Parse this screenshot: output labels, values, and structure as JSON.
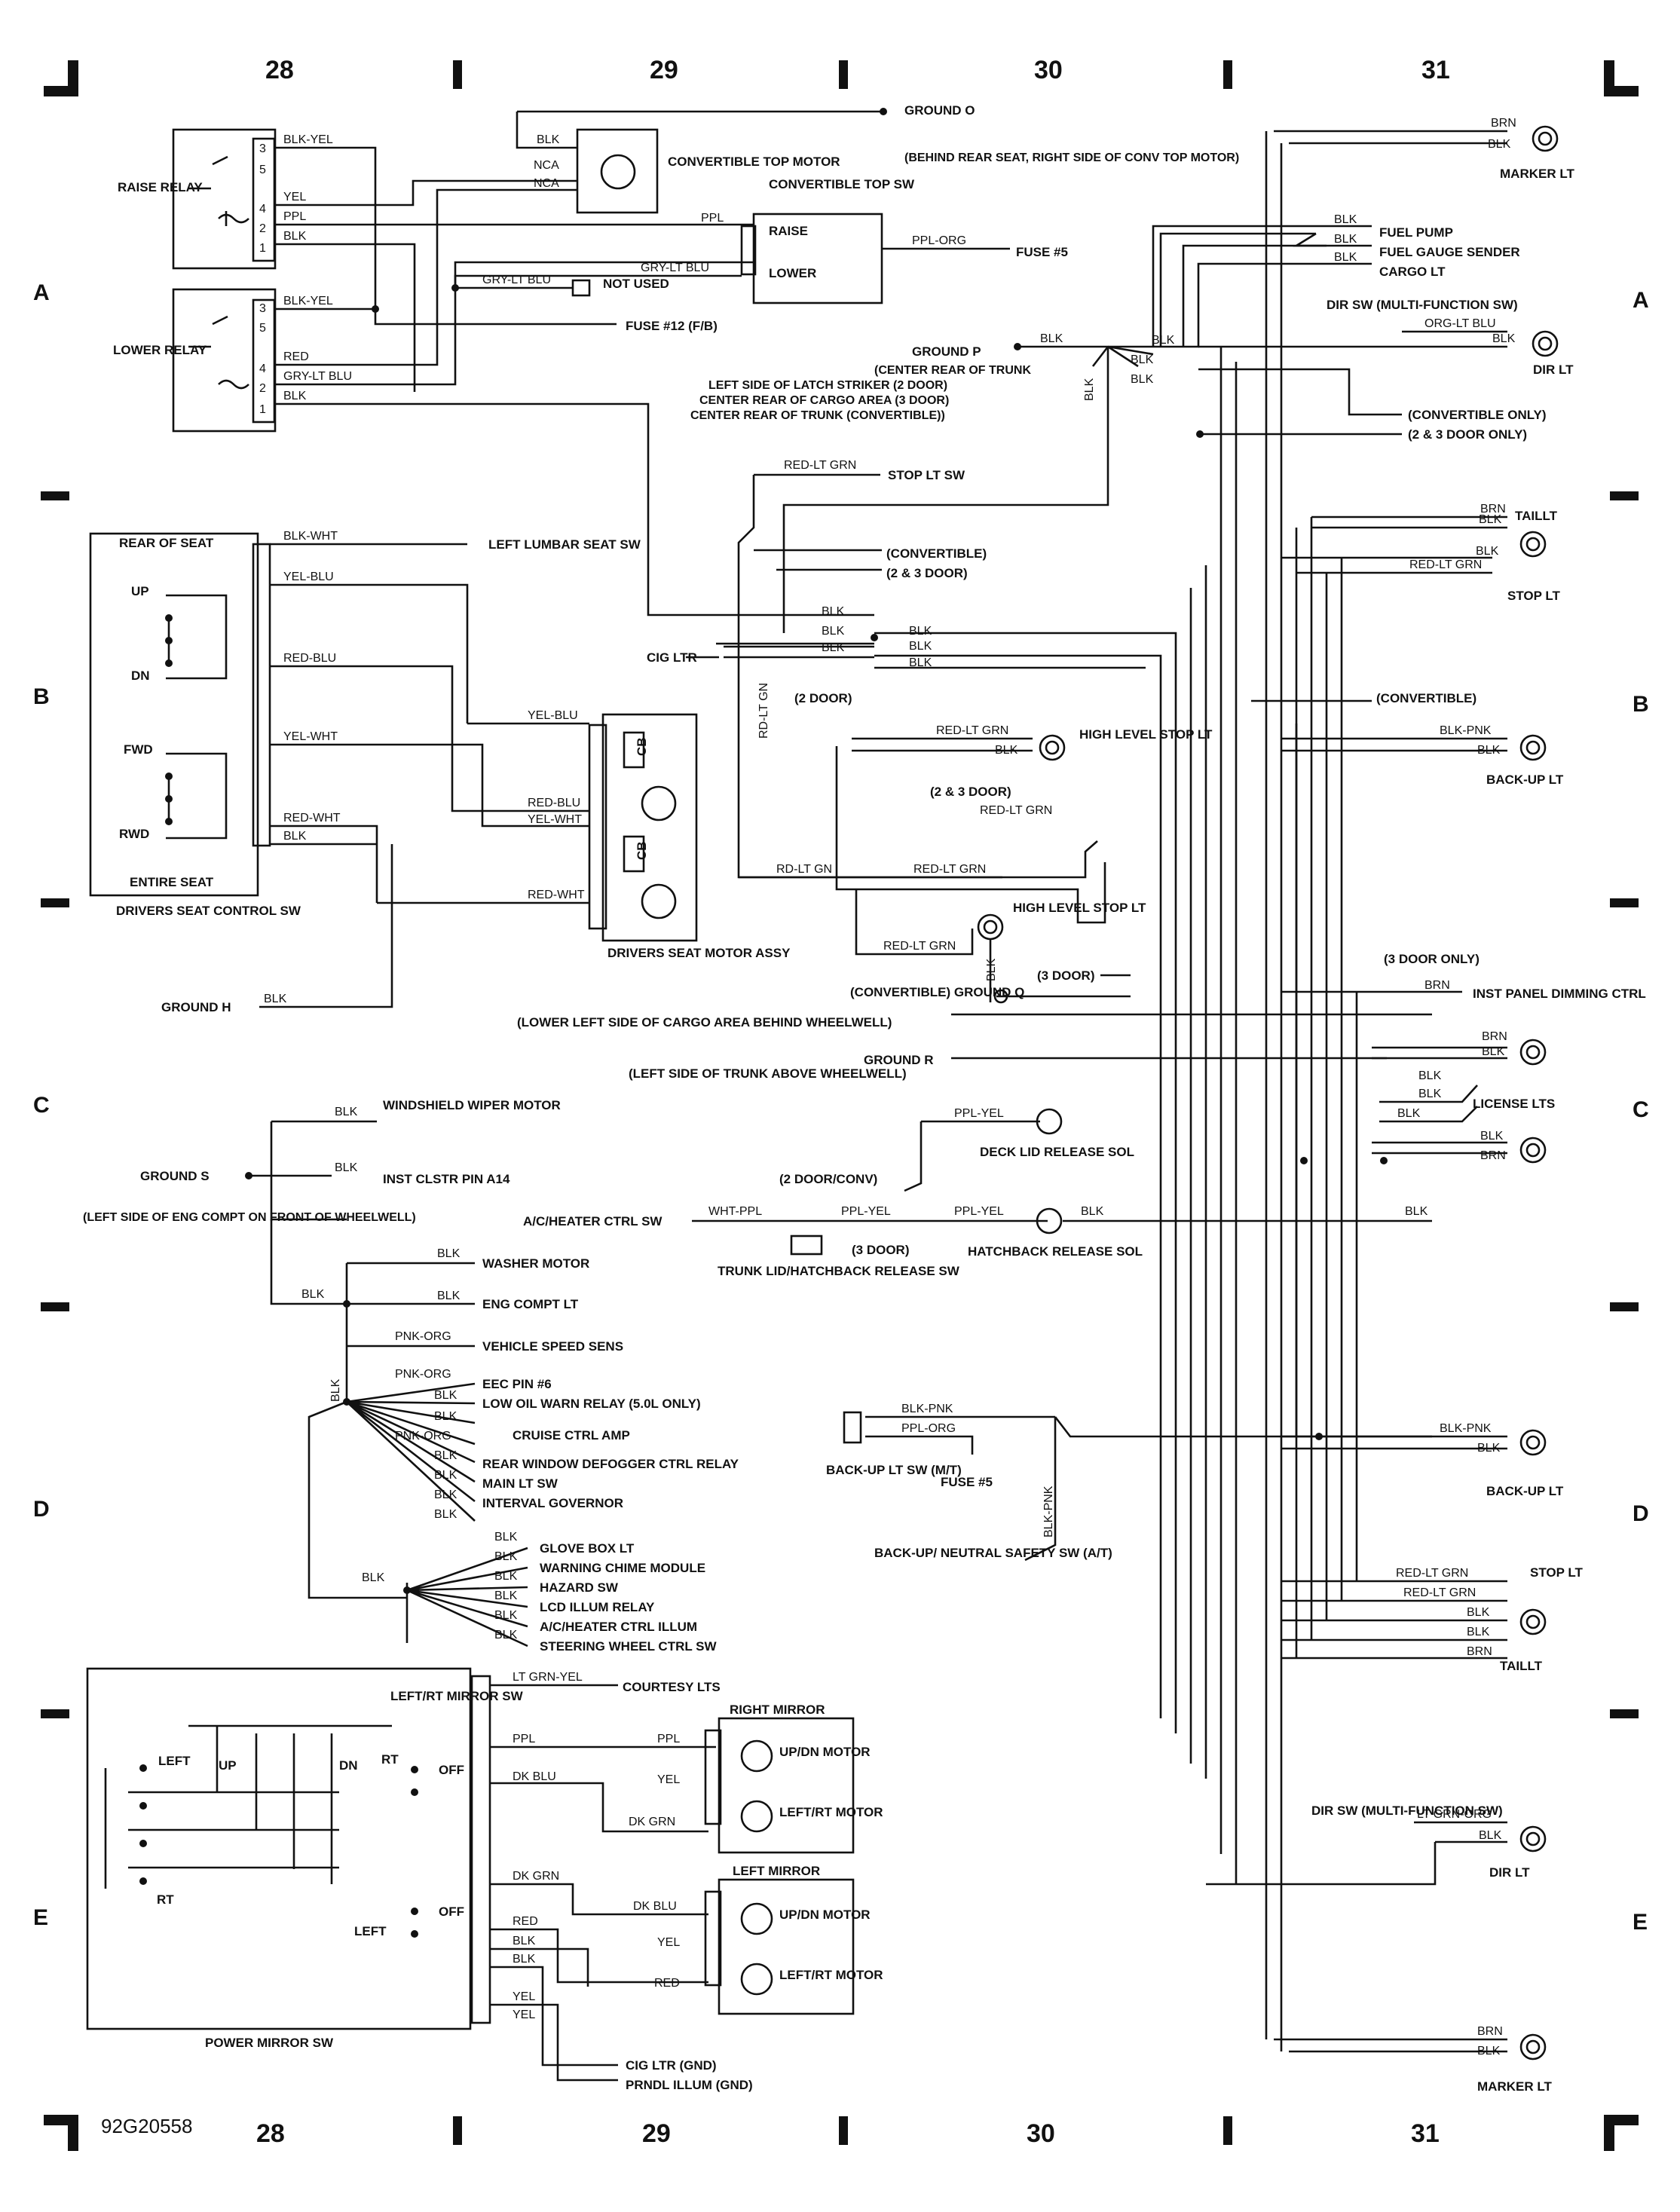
{
  "diagram_id": "92G20558",
  "column_numbers": [
    "28",
    "29",
    "30",
    "31"
  ],
  "zone_letters": [
    "A",
    "B",
    "C",
    "D",
    "E"
  ],
  "components": {
    "raise_relay": "RAISE RELAY",
    "lower_relay": "LOWER RELAY",
    "conv_top_motor": "CONVERTIBLE TOP MOTOR",
    "conv_top_sw": "CONVERTIBLE TOP SW",
    "raise": "RAISE",
    "lower": "LOWER",
    "ground_o": "GROUND O",
    "ground_o_note": "(BEHIND REAR SEAT, RIGHT SIDE OF CONV TOP MOTOR)",
    "fuse5": "FUSE #5",
    "fuse12": "FUSE #12 (F/B)",
    "not_used": "NOT USED",
    "ground_p": "GROUND P",
    "ground_p_note1": "(CENTER REAR OF TRUNK",
    "ground_p_note2": "LEFT SIDE OF LATCH STRIKER (2 DOOR)",
    "ground_p_note3": "CENTER REAR OF CARGO AREA (3 DOOR)",
    "ground_p_note4": "CENTER REAR OF TRUNK (CONVERTIBLE))",
    "marker_lt": "MARKER LT",
    "fuel_pump": "FUEL PUMP",
    "fuel_gauge_sender": "FUEL GAUGE SENDER",
    "cargo_lt": "CARGO LT",
    "dir_sw": "DIR SW (MULTI-FUNCTION SW)",
    "dir_lt": "DIR LT",
    "convertible_only": "(CONVERTIBLE ONLY)",
    "two_three_door_only": "(2 & 3 DOOR ONLY)",
    "stop_lt_sw": "STOP LT SW",
    "taillt": "TAILLT",
    "stop_lt": "STOP LT",
    "convertible": "(CONVERTIBLE)",
    "two_three_door": "(2 & 3 DOOR)",
    "two_door": "(2 DOOR)",
    "three_door": "(3 DOOR)",
    "three_door_only": "(3 DOOR ONLY)",
    "cig_ltr": "CIG LTR",
    "high_level_stop_lt": "HIGH LEVEL STOP LT",
    "backup_lt": "BACK-UP LT",
    "left_lumbar_sw": "LEFT LUMBAR SEAT SW",
    "rear_of_seat": "REAR OF SEAT",
    "entire_seat": "ENTIRE SEAT",
    "drivers_seat_sw": "DRIVERS SEAT CONTROL SW",
    "drivers_seat_motor": "DRIVERS SEAT MOTOR ASSY",
    "cb": "CB",
    "up": "UP",
    "dn": "DN",
    "fwd": "FWD",
    "rwd": "RWD",
    "ground_h": "GROUND H",
    "ground_q": "(CONVERTIBLE) GROUND Q",
    "ground_q_note": "(LOWER LEFT SIDE OF CARGO AREA BEHIND WHEELWELL)",
    "ground_r": "GROUND R",
    "ground_r_note": "(LEFT SIDE OF TRUNK ABOVE WHEELWELL)",
    "inst_panel_dimming": "INST PANEL DIMMING CTRL",
    "license_lts": "LICENSE LTS",
    "windshield_wiper": "WINDSHIELD WIPER MOTOR",
    "inst_clstr": "INST CLSTR PIN A14",
    "ground_s": "GROUND S",
    "ground_s_note": "(LEFT SIDE OF ENG COMPT ON FRONT OF WHEELWELL)",
    "deck_lid_release": "DECK LID RELEASE SOL",
    "two_door_conv": "(2 DOOR/CONV)",
    "ac_heater_ctrl_sw": "A/C/HEATER CTRL SW",
    "trunk_lid_sw": "TRUNK LID/HATCHBACK RELEASE SW",
    "hatchback_release": "HATCHBACK RELEASE SOL",
    "washer_motor": "WASHER MOTOR",
    "eng_compt_lt": "ENG COMPT LT",
    "vehicle_speed": "VEHICLE SPEED SENS",
    "eec_pin6": "EEC PIN #6",
    "low_oil": "LOW OIL WARN RELAY (5.0L ONLY)",
    "cruise": "CRUISE CTRL AMP",
    "rear_window_defogger": "REAR WINDOW DEFOGGER CTRL RELAY",
    "main_lt_sw": "MAIN LT SW",
    "interval_governor": "INTERVAL GOVERNOR",
    "glove_box": "GLOVE BOX LT",
    "warning_chime": "WARNING CHIME MODULE",
    "hazard_sw": "HAZARD SW",
    "lcd_illum": "LCD ILLUM RELAY",
    "ac_heater_illum": "A/C/HEATER CTRL ILLUM",
    "steering_wheel": "STEERING WHEEL CTRL SW",
    "backup_lt_sw": "BACK-UP LT SW (M/T)",
    "backup_neutral_sw": "BACK-UP/ NEUTRAL SAFETY SW (A/T)",
    "courtesy_lts": "COURTESY LTS",
    "left_rt_mirror_sw": "LEFT/RT MIRROR SW",
    "right_mirror": "RIGHT MIRROR",
    "left_mirror": "LEFT MIRROR",
    "updn_motor": "UP/DN MOTOR",
    "leftrt_motor": "LEFT/RT MOTOR",
    "power_mirror_sw": "POWER MIRROR SW",
    "left": "LEFT",
    "rt": "RT",
    "off": "OFF",
    "cig_ltr_gnd": "CIG LTR (GND)",
    "prndl_gnd": "PRNDL ILLUM (GND)"
  },
  "wire_colors": {
    "blk": "BLK",
    "brn": "BRN",
    "yel": "YEL",
    "ppl": "PPL",
    "red": "RED",
    "blk_yel": "BLK-YEL",
    "nca": "NCA",
    "ppl_org": "PPL-ORG",
    "gry_lt_blu": "GRY-LT BLU",
    "org_lt_blu": "ORG-LT BLU",
    "red_lt_grn": "RED-LT GRN",
    "rd_lt_gn": "RD-LT GN",
    "blk_wht": "BLK-WHT",
    "yel_blu": "YEL-BLU",
    "red_blu": "RED-BLU",
    "yel_wht": "YEL-WHT",
    "red_wht": "RED-WHT",
    "blk_pnk": "BLK-PNK",
    "ppl_yel": "PPL-YEL",
    "wht_ppl": "WHT-PPL",
    "pnk_org": "PNK-ORG",
    "lt_grn_yel": "LT GRN-YEL",
    "dk_blu": "DK BLU",
    "dk_grn": "DK GRN",
    "lt_grn_org": "LT GRN-ORG"
  }
}
